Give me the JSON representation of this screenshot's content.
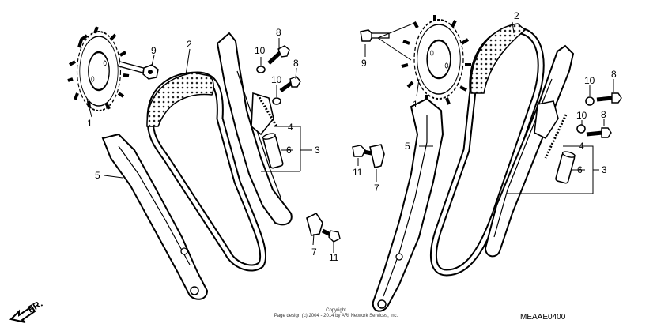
{
  "callouts_left": {
    "c1": "1",
    "c2": "2",
    "c3": "3",
    "c4": "4",
    "c5": "5",
    "c6": "6",
    "c7": "7",
    "c8a": "8",
    "c8b": "8",
    "c9": "9",
    "c10a": "10",
    "c10b": "10",
    "c11": "11"
  },
  "callouts_right": {
    "c1": "1",
    "c2": "2",
    "c3": "3",
    "c4": "4",
    "c5": "5",
    "c6": "6",
    "c7": "7",
    "c8a": "8",
    "c8b": "8",
    "c9": "9",
    "c10a": "10",
    "c10b": "10",
    "c11": "11"
  },
  "footer": {
    "copyright_line1": "Copyright",
    "copyright_line2": "Page design (c) 2004 - 2014 by ARI Network Services, Inc.",
    "diagram_code": "MEAAE0400",
    "direction_label": "FR."
  }
}
